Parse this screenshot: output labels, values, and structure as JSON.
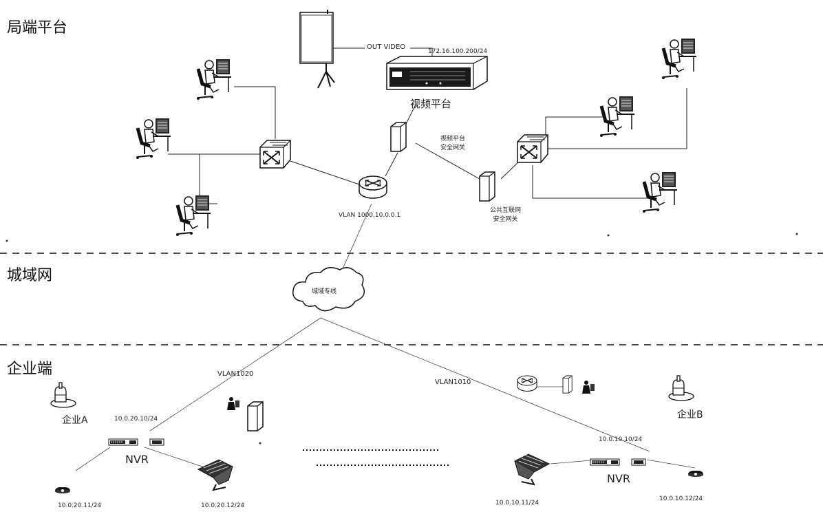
{
  "zones": {
    "platform": "局端平台",
    "metro": "城域网",
    "enterprise": "企业端"
  },
  "platform": {
    "out_video": "OUT VIDEO",
    "video_ip": "172.16.100.200/24",
    "video_platform": "视频平台",
    "gateway_top": [
      "视频平台",
      "安全网关"
    ],
    "gateway_bottom": [
      "公共互联网",
      "安全网关"
    ],
    "router_vlan": "VLAN 1000,10.0.0.1"
  },
  "metro": {
    "cloud_label": "城域专线"
  },
  "enterprise": {
    "vlan_left": "VLAN1020",
    "vlan_right": "VLAN1010",
    "enterprise_a": "企业A",
    "enterprise_b": "企业B",
    "nvr_left": "NVR",
    "nvr_right": "NVR",
    "ip_a_gateway": "10.0.20.10/24",
    "ip_b_gateway": "10.0.10.10/24",
    "ip_a_cam1": "10.0.20.11/24",
    "ip_a_cam2": "10.0.20.12/24",
    "ip_b_cam1": "10.0.10.11/24",
    "ip_b_cam2": "10.0.10.12/24"
  }
}
